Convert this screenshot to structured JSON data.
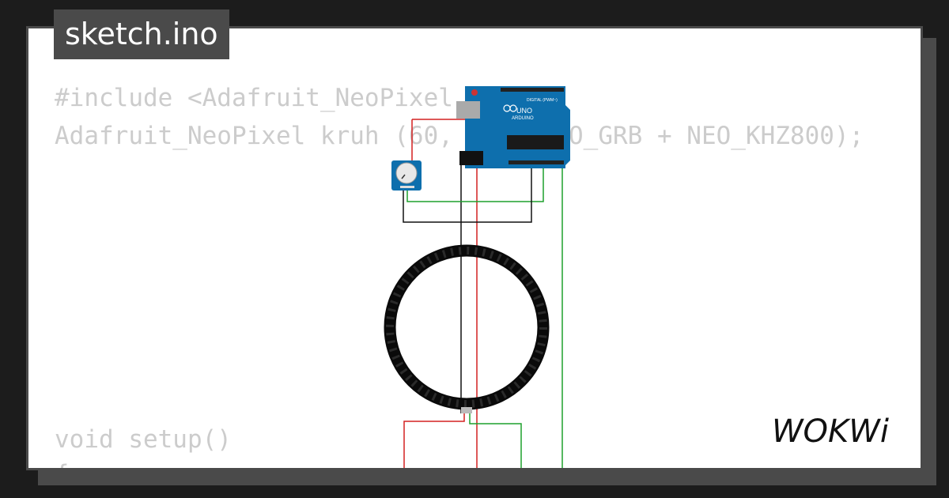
{
  "tab": {
    "filename": "sketch.ino"
  },
  "code": {
    "line1": "#include <Adafruit_NeoPixel",
    "line2": "Adafruit_NeoPixel kruh (60,",
    "line2_tail": "O_GRB + NEO_KHZ800);",
    "line3": "void setup()",
    "line4": "{"
  },
  "arduino": {
    "brand": "ARDUINO",
    "model": "UNO",
    "header_label": "DIGITAL (PWM~)"
  },
  "logo": {
    "text": "WOKWi"
  },
  "colors": {
    "wire_red": "#d42121",
    "wire_green": "#1ea12d",
    "wire_black": "#111111",
    "board_blue": "#0e6fad",
    "ring": "#0a0a0a"
  }
}
